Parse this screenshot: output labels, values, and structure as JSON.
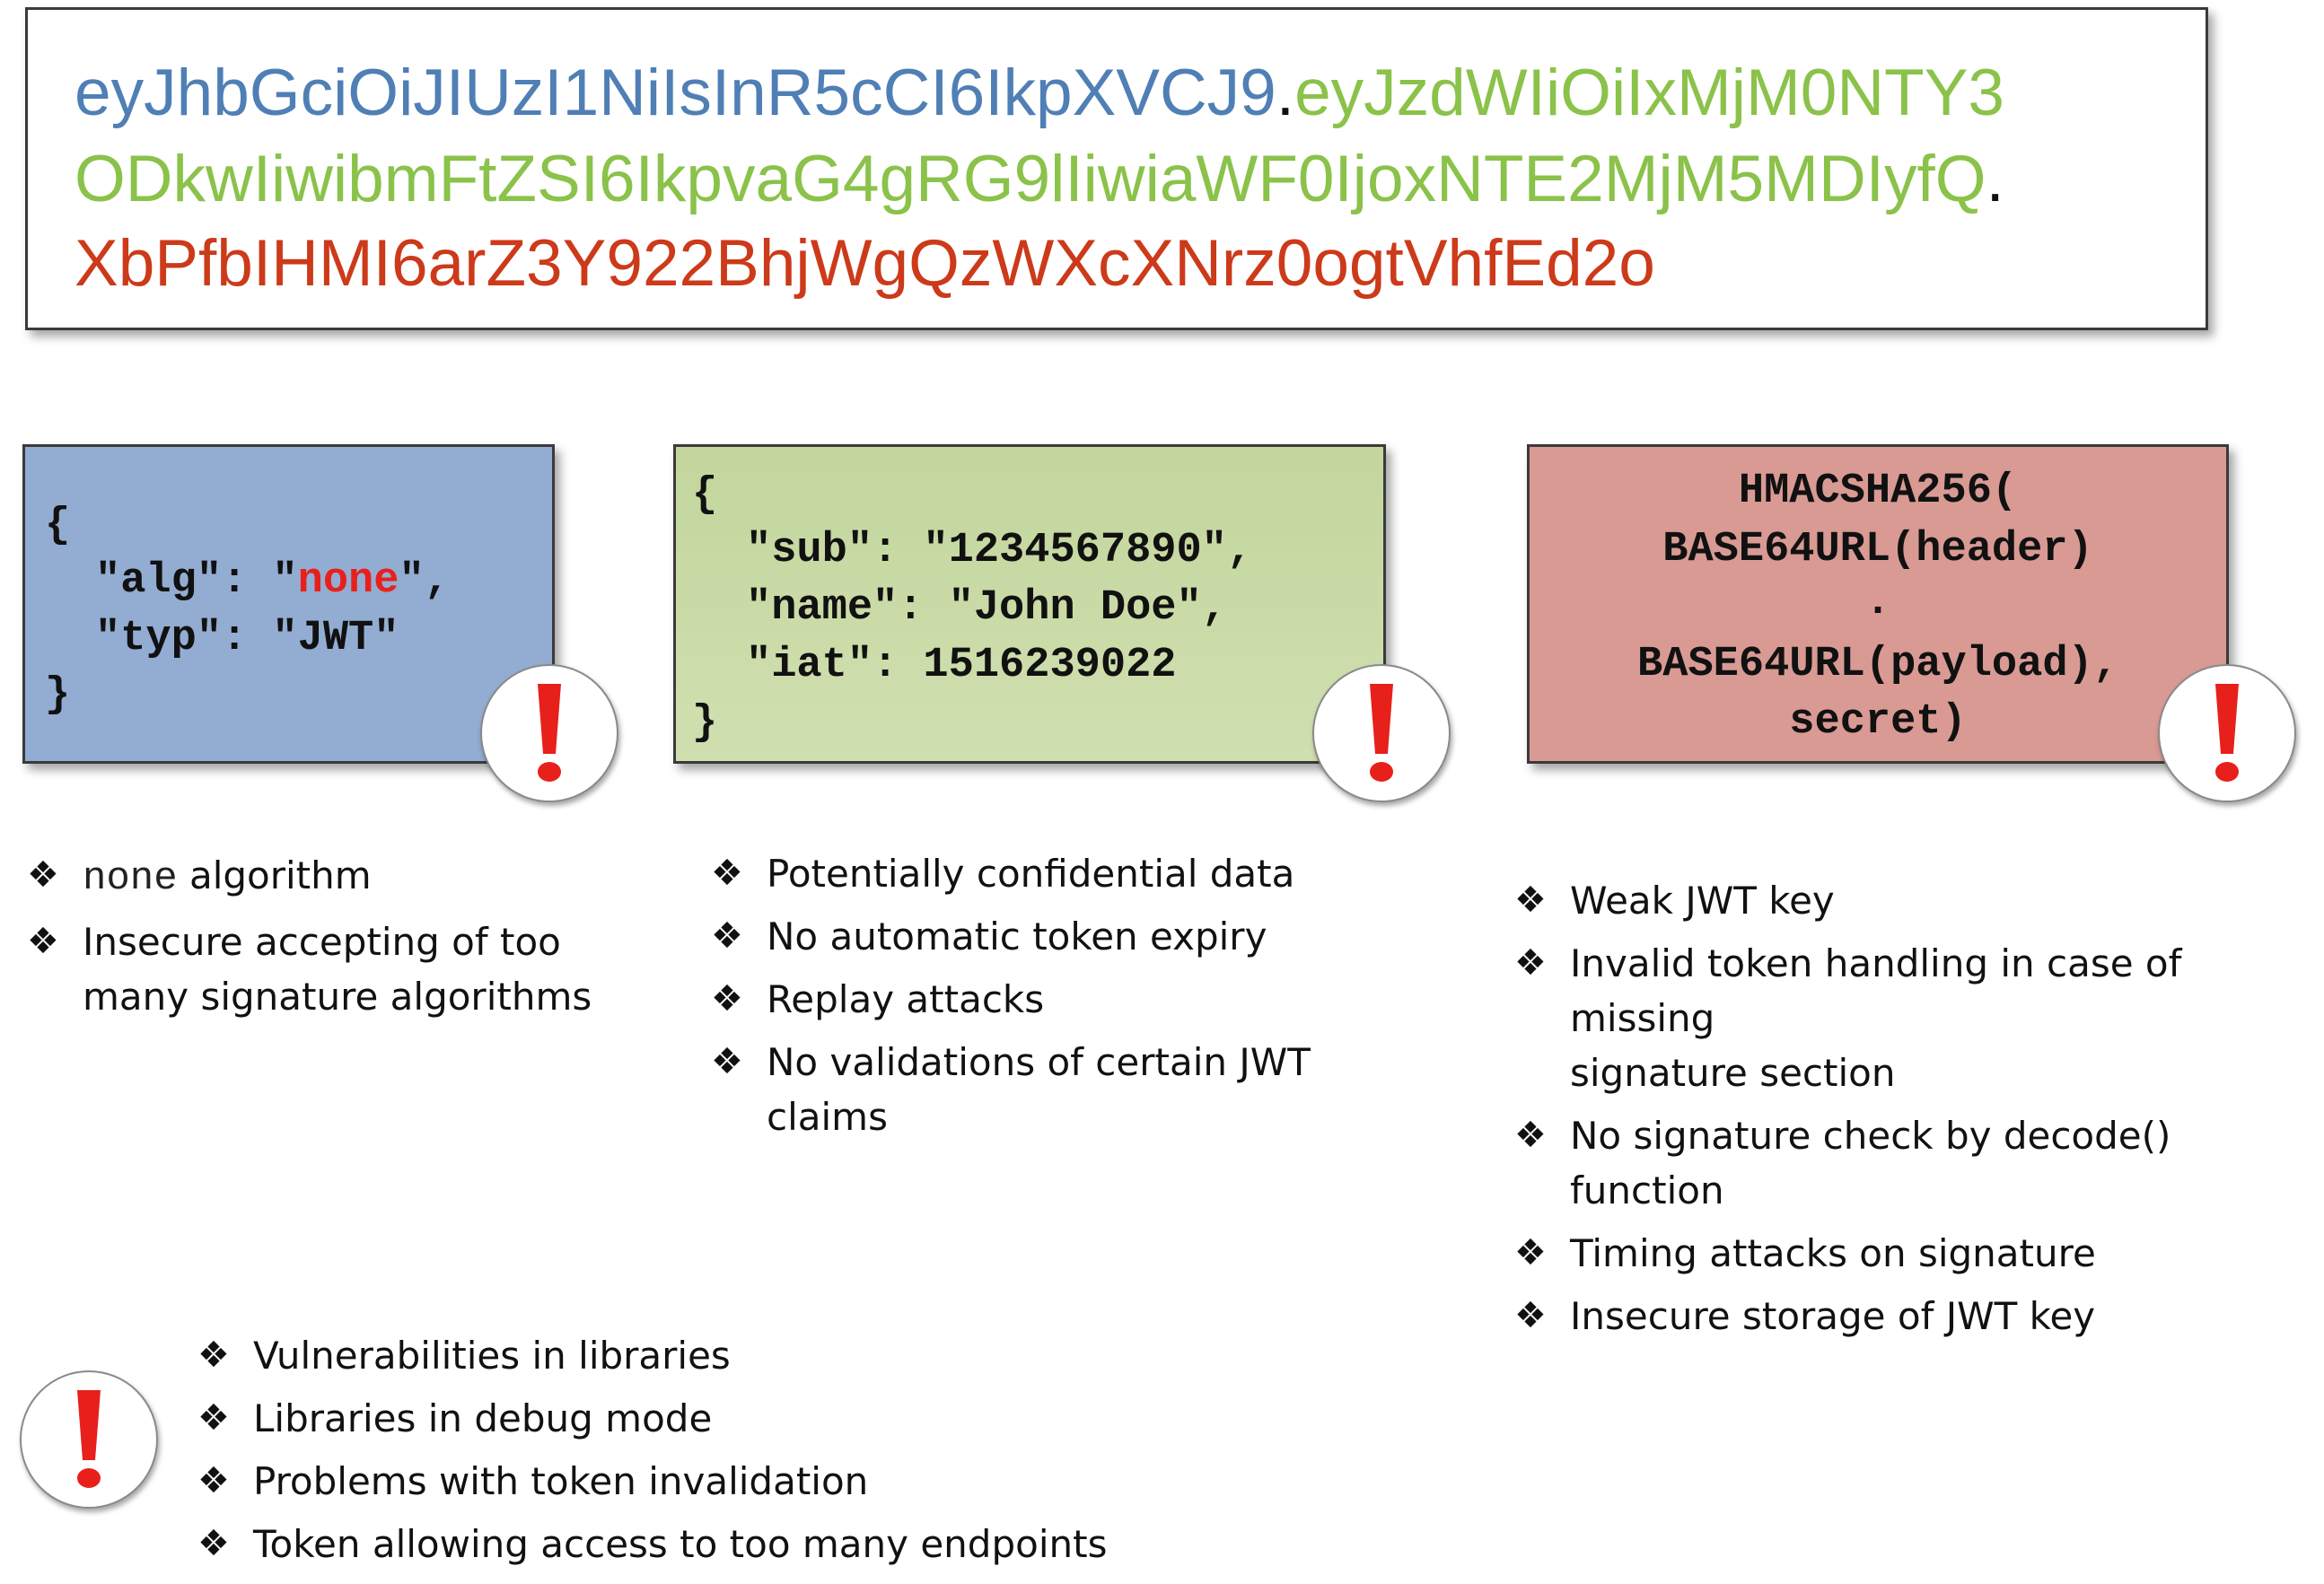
{
  "token": {
    "line1": {
      "header": "eyJhbGciOiJIUzI1NiIsInR5cCI6IkpXVCJ9",
      "dot": ".",
      "payload": "eyJzdWIiOiIxMjM0NTY3"
    },
    "line2": {
      "payload": "ODkwIiwibmFtZSI6IkpvaG4gRG9lIiwiaWF0IjoxNTE2MjM5MDIyfQ",
      "dot": "."
    },
    "line3": {
      "signature": "XbPfbIHMI6arZ3Y922BhjWgQzWXcXNrz0ogtVhfEd2o"
    }
  },
  "header_box": {
    "open": "{",
    "alg_key": "\"alg\": \"",
    "alg_value": "none",
    "alg_end": "\",",
    "typ_line": "\"typ\": \"JWT\"",
    "close": "}"
  },
  "payload_box": {
    "open": "{",
    "sub_line": "\"sub\": \"1234567890\",",
    "name_line": "\"name\": \"John Doe\",",
    "iat_line": "\"iat\": 1516239022",
    "close": "}"
  },
  "signature_box": {
    "l1": "HMACSHA256(",
    "l2": "BASE64URL(header)",
    "l3": ".",
    "l4": "BASE64URL(payload),",
    "l5": "secret)"
  },
  "header_issues": {
    "item1_code": "none",
    "item1_text": "algorithm",
    "item2_a": "Insecure accepting of too",
    "item2_b": "many signature algorithms"
  },
  "payload_issues": [
    "Potentially confidential data",
    "No automatic token expiry",
    "Replay attacks",
    "No validations of certain JWT",
    "claims"
  ],
  "signature_issues": [
    "Weak JWT key",
    "Invalid token handling in case of missing",
    "signature section",
    "No signature check by decode() function",
    "Timing attacks on signature",
    "Insecure storage of JWT key"
  ],
  "general_issues": [
    "Vulnerabilities in libraries",
    "Libraries in debug mode",
    "Problems with token invalidation",
    "Token allowing access to too many endpoints"
  ],
  "bullet_symbol": "❖",
  "colors": {
    "header": "#4f7fb5",
    "payload": "#8ac24a",
    "signature": "#cc3a1a",
    "header_box": "#93acd2",
    "payload_box": "#c3d69d",
    "signature_box": "#d99a94",
    "alert_red": "#e8201b"
  },
  "icons": {
    "warning": "exclamation-alert-icon"
  }
}
